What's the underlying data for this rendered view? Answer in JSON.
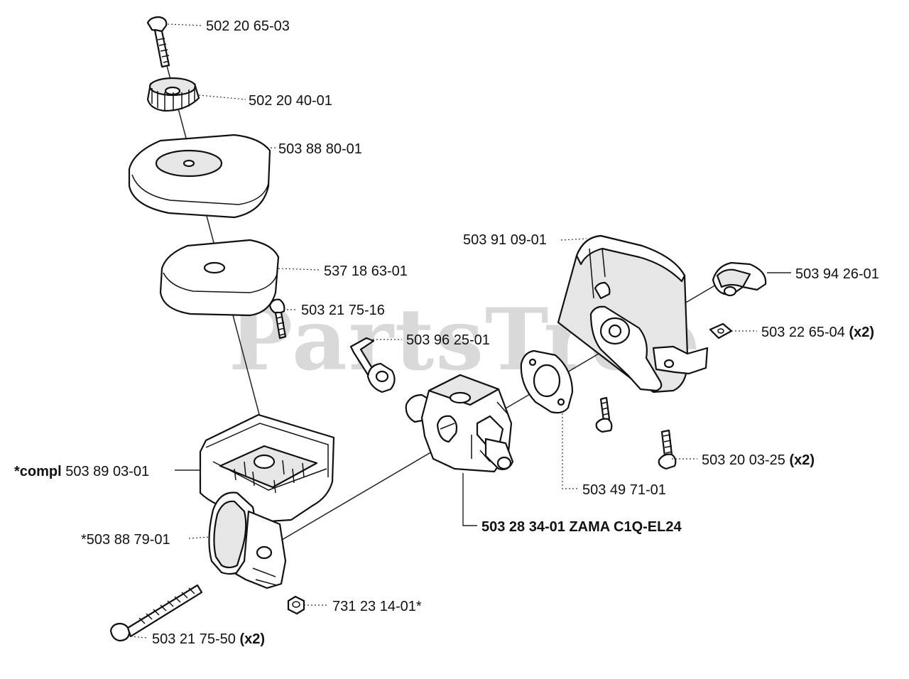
{
  "watermark": {
    "text": "PartsTree",
    "trademark": "™"
  },
  "part_labels": {
    "p1": {
      "number": "502 20 65-03",
      "suffix": ""
    },
    "p2": {
      "number": "502 20 40-01",
      "suffix": ""
    },
    "p3": {
      "number": "503 88 80-01",
      "suffix": ""
    },
    "p4": {
      "number": "537 18 63-01",
      "suffix": ""
    },
    "p5": {
      "number": "503 21 75-16",
      "suffix": ""
    },
    "p6": {
      "number": "503 96 25-01",
      "suffix": ""
    },
    "p7": {
      "number": "503 91 09-01",
      "suffix": ""
    },
    "p8": {
      "number": "503 94 26-01",
      "suffix": ""
    },
    "p9": {
      "number": "503 22 65-04",
      "suffix": "(x2)"
    },
    "p10": {
      "prefix": "*compl",
      "number": "503 89 03-01",
      "suffix": ""
    },
    "p11": {
      "number": "503 20 03-25",
      "suffix": "(x2)"
    },
    "p12": {
      "number": "503 49 71-01",
      "suffix": ""
    },
    "p13": {
      "number": "*503 88 79-01",
      "suffix": ""
    },
    "p14": {
      "number": "503 28 34-01 ZAMA C1Q-EL24",
      "suffix": ""
    },
    "p15": {
      "number": "731 23 14-01*",
      "suffix": ""
    },
    "p16": {
      "number": "503 21 75-50",
      "suffix": "(x2)"
    }
  }
}
